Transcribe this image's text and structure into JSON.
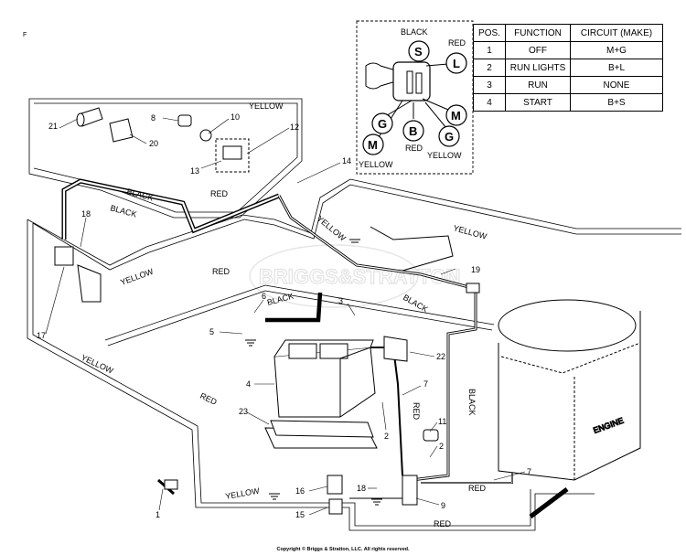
{
  "page_marker": "F",
  "watermark": "BRIGGS&STRATTON",
  "copyright": "Copyright © Briggs & Stratton, LLC. All rights reserved.",
  "switch_labels": {
    "black": "BLACK",
    "red_top": "RED",
    "red_bottom": "RED",
    "yellow_left": "YELLOW",
    "yellow_right": "YELLOW",
    "term_S": "S",
    "term_L": "L",
    "term_G1": "G",
    "term_B": "B",
    "term_M1": "M",
    "term_M2": "M",
    "term_G2": "G"
  },
  "position_table": {
    "headers": [
      "POS.",
      "FUNCTION",
      "CIRCUIT (MAKE)"
    ],
    "rows": [
      [
        "1",
        "OFF",
        "M+G"
      ],
      [
        "2",
        "RUN LIGHTS",
        "B+L"
      ],
      [
        "3",
        "RUN",
        "NONE"
      ],
      [
        "4",
        "START",
        "B+S"
      ]
    ]
  },
  "wire_labels": {
    "yellow_top": "YELLOW",
    "black_1": "BLACK",
    "black_2": "BLACK",
    "red_1": "RED",
    "yellow_2": "YELLOW",
    "yellow_3": "YELLOW",
    "yellow_4": "YELLOW",
    "red_2": "RED",
    "black_3": "BLACK",
    "black_4": "BLACK",
    "yellow_5": "YELLOW",
    "red_3": "RED",
    "red_4": "RED",
    "black_5": "BLACK",
    "red_5": "RED",
    "yellow_6": "YELLOW",
    "red_6": "RED",
    "engine": "ENGINE"
  },
  "part_numbers": {
    "p1": "1",
    "p2a": "2",
    "p2b": "2",
    "p3": "3",
    "p4": "4",
    "p5": "5",
    "p6": "6",
    "p7a": "7",
    "p7b": "7",
    "p8": "8",
    "p9": "9",
    "p10": "10",
    "p11": "11",
    "p12": "12",
    "p13": "13",
    "p14": "14",
    "p15": "15",
    "p16": "16",
    "p17": "17",
    "p18a": "18",
    "p18b": "18",
    "p19": "19",
    "p20": "20",
    "p21": "21",
    "p22": "22",
    "p23": "23"
  }
}
